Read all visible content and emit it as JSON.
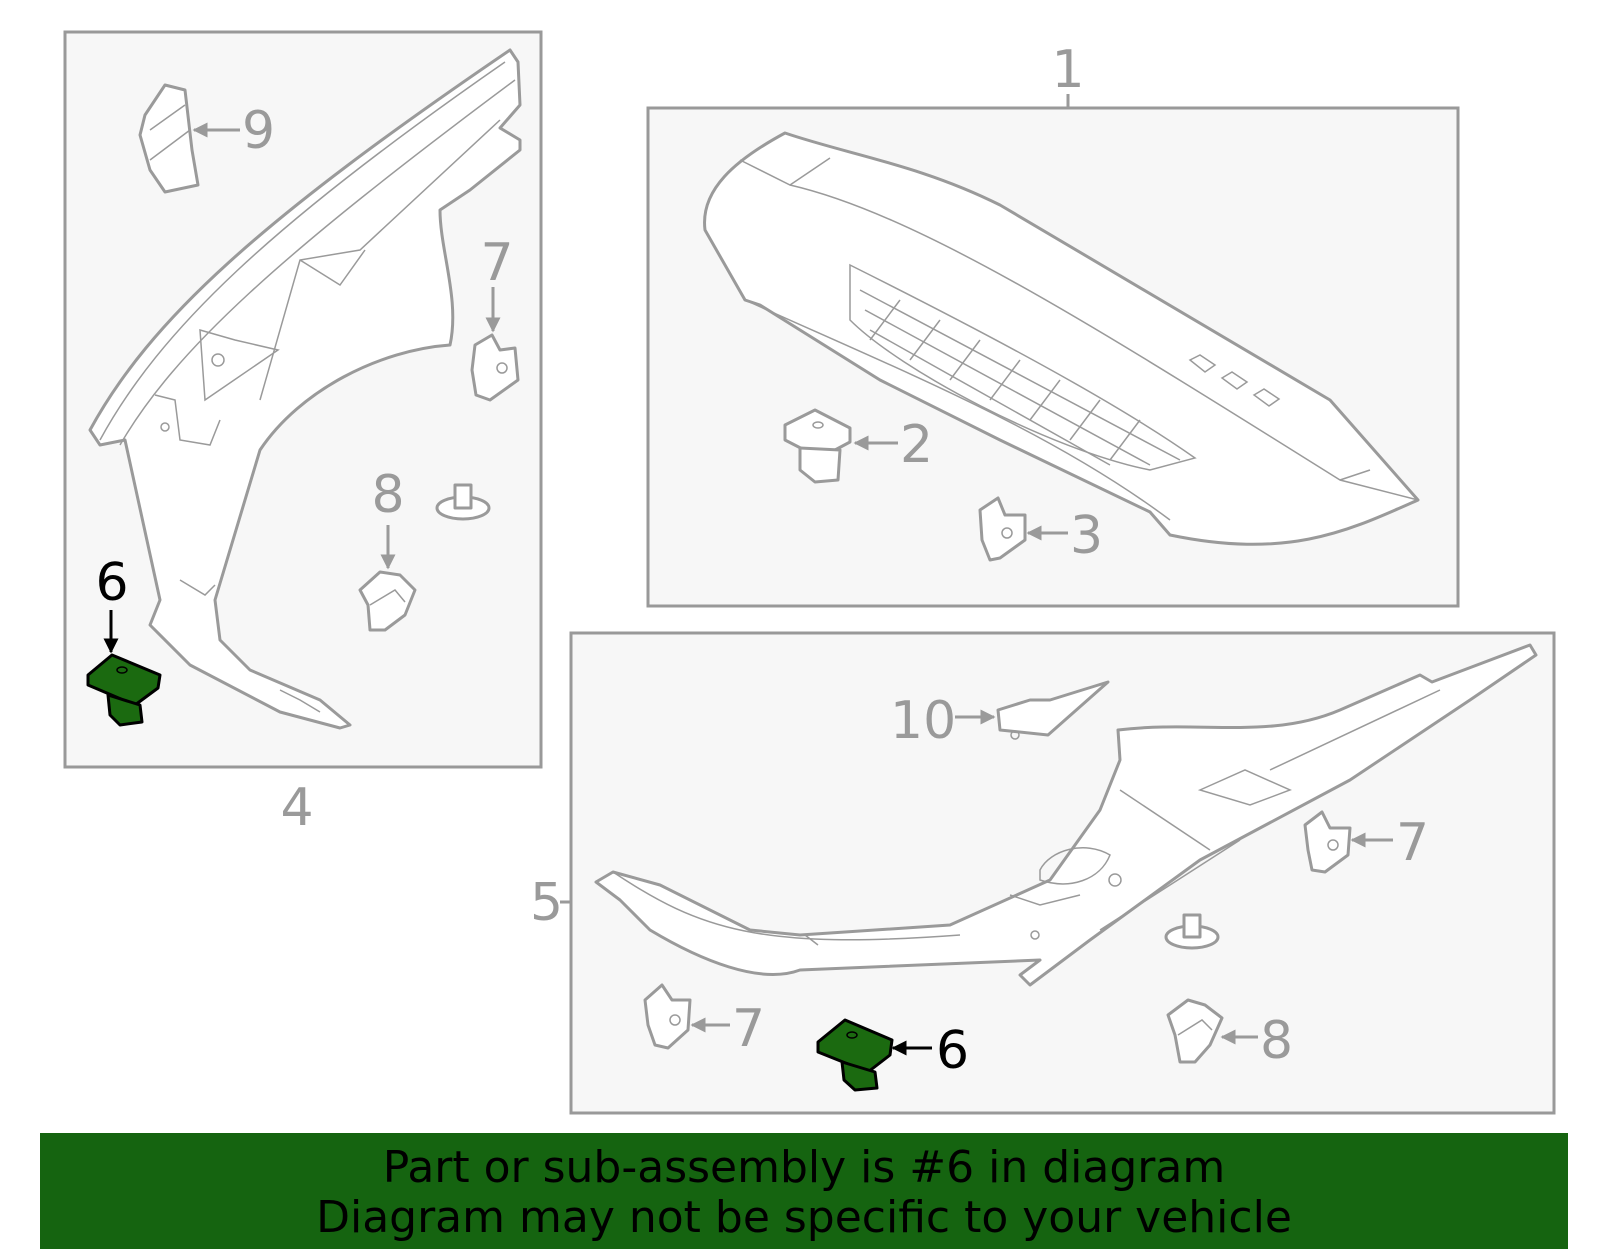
{
  "callouts": {
    "c1": "1",
    "c2": "2",
    "c3": "3",
    "c4": "4",
    "c5": "5",
    "c6_left": "6",
    "c6_right": "6",
    "c7_left": "7",
    "c7_right_top": "7",
    "c7_right_bottom": "7",
    "c8_left": "8",
    "c8_right": "8",
    "c9": "9",
    "c10": "10"
  },
  "highlight": {
    "part_number": "6",
    "color": "#1b6a10"
  },
  "banner": {
    "line1": "Part or sub-assembly is #6 in diagram",
    "line2": "Diagram may not be specific to your vehicle",
    "color": "#156410"
  }
}
